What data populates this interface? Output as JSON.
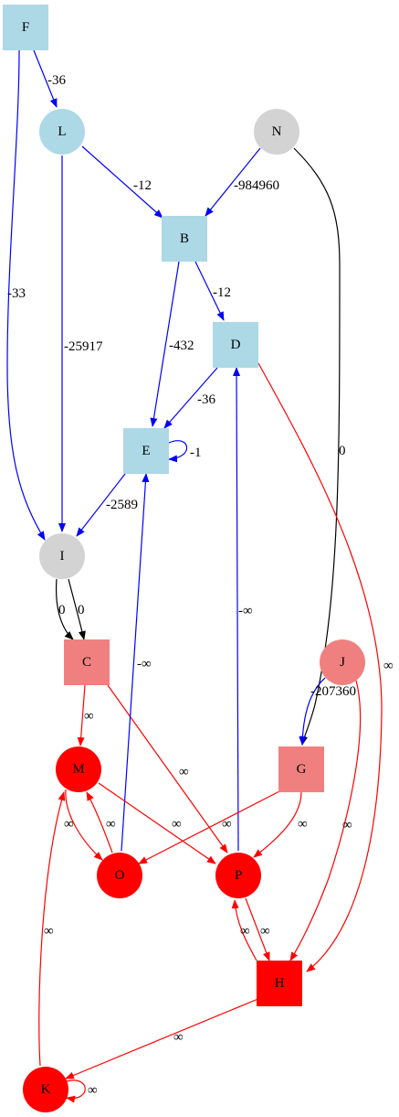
{
  "colors": {
    "lightblue": "#add8e6",
    "lightgray": "#d3d3d3",
    "lightcoral": "#f08080",
    "red": "#ff0000",
    "blue_edge": "#0000ff",
    "red_edge": "#ff0000",
    "black_edge": "#000000"
  },
  "nodes": [
    {
      "id": "F",
      "label": "F",
      "shape": "box",
      "fill": "lightblue"
    },
    {
      "id": "L",
      "label": "L",
      "shape": "circle",
      "fill": "lightblue"
    },
    {
      "id": "N",
      "label": "N",
      "shape": "circle",
      "fill": "lightgray"
    },
    {
      "id": "B",
      "label": "B",
      "shape": "box",
      "fill": "lightblue"
    },
    {
      "id": "D",
      "label": "D",
      "shape": "box",
      "fill": "lightblue"
    },
    {
      "id": "E",
      "label": "E",
      "shape": "box",
      "fill": "lightblue"
    },
    {
      "id": "I",
      "label": "I",
      "shape": "circle",
      "fill": "lightgray"
    },
    {
      "id": "C",
      "label": "C",
      "shape": "box",
      "fill": "lightcoral"
    },
    {
      "id": "J",
      "label": "J",
      "shape": "circle",
      "fill": "lightcoral"
    },
    {
      "id": "M",
      "label": "M",
      "shape": "circle",
      "fill": "red"
    },
    {
      "id": "G",
      "label": "G",
      "shape": "box",
      "fill": "lightcoral"
    },
    {
      "id": "O",
      "label": "O",
      "shape": "circle",
      "fill": "red"
    },
    {
      "id": "P",
      "label": "P",
      "shape": "circle",
      "fill": "red"
    },
    {
      "id": "H",
      "label": "H",
      "shape": "box",
      "fill": "red"
    },
    {
      "id": "K",
      "label": "K",
      "shape": "circle",
      "fill": "red"
    }
  ],
  "edges": [
    {
      "id": "F-L",
      "from": "F",
      "to": "L",
      "label": "-36",
      "color": "blue_edge"
    },
    {
      "id": "F-I",
      "from": "F",
      "to": "I",
      "label": "-33",
      "color": "blue_edge"
    },
    {
      "id": "L-B",
      "from": "L",
      "to": "B",
      "label": "-12",
      "color": "blue_edge"
    },
    {
      "id": "L-I",
      "from": "L",
      "to": "I",
      "label": "-25917",
      "color": "blue_edge"
    },
    {
      "id": "N-B",
      "from": "N",
      "to": "B",
      "label": "-984960",
      "color": "blue_edge"
    },
    {
      "id": "N-G",
      "from": "N",
      "to": "G",
      "label": "0",
      "color": "black_edge"
    },
    {
      "id": "B-D",
      "from": "B",
      "to": "D",
      "label": "-12",
      "color": "blue_edge"
    },
    {
      "id": "B-E",
      "from": "B",
      "to": "E",
      "label": "-432",
      "color": "blue_edge"
    },
    {
      "id": "D-E",
      "from": "D",
      "to": "E",
      "label": "-36",
      "color": "blue_edge"
    },
    {
      "id": "D-H",
      "from": "D",
      "to": "H",
      "label": "∞",
      "color": "red_edge"
    },
    {
      "id": "E-E",
      "from": "E",
      "to": "E",
      "label": "-1",
      "color": "blue_edge"
    },
    {
      "id": "E-I",
      "from": "E",
      "to": "I",
      "label": "-2589",
      "color": "blue_edge"
    },
    {
      "id": "I-C-1",
      "from": "I",
      "to": "C",
      "label": "0",
      "color": "black_edge"
    },
    {
      "id": "I-C-2",
      "from": "I",
      "to": "C",
      "label": "0",
      "color": "black_edge"
    },
    {
      "id": "C-M",
      "from": "C",
      "to": "M",
      "label": "∞",
      "color": "red_edge"
    },
    {
      "id": "C-P",
      "from": "C",
      "to": "P",
      "label": "∞",
      "color": "red_edge"
    },
    {
      "id": "J-G",
      "from": "J",
      "to": "G",
      "label": "-207360",
      "color": "blue_edge"
    },
    {
      "id": "J-H",
      "from": "J",
      "to": "H",
      "label": "∞",
      "color": "red_edge"
    },
    {
      "id": "P-D",
      "from": "P",
      "to": "D",
      "label": "-∞",
      "color": "blue_edge"
    },
    {
      "id": "O-E",
      "from": "O",
      "to": "E",
      "label": "-∞",
      "color": "blue_edge"
    },
    {
      "id": "M-O",
      "from": "M",
      "to": "O",
      "label": "∞",
      "color": "red_edge"
    },
    {
      "id": "O-M",
      "from": "O",
      "to": "M",
      "label": "∞",
      "color": "red_edge"
    },
    {
      "id": "M-P",
      "from": "M",
      "to": "P",
      "label": "∞",
      "color": "red_edge"
    },
    {
      "id": "G-O",
      "from": "G",
      "to": "O",
      "label": "∞",
      "color": "red_edge"
    },
    {
      "id": "G-P",
      "from": "G",
      "to": "P",
      "label": "∞",
      "color": "red_edge"
    },
    {
      "id": "P-H",
      "from": "P",
      "to": "H",
      "label": "∞",
      "color": "red_edge"
    },
    {
      "id": "H-P",
      "from": "H",
      "to": "P",
      "label": "∞",
      "color": "red_edge"
    },
    {
      "id": "H-K",
      "from": "H",
      "to": "K",
      "label": "∞",
      "color": "red_edge"
    },
    {
      "id": "K-M",
      "from": "K",
      "to": "M",
      "label": "∞",
      "color": "red_edge"
    },
    {
      "id": "K-K",
      "from": "K",
      "to": "K",
      "label": "∞",
      "color": "red_edge"
    }
  ]
}
